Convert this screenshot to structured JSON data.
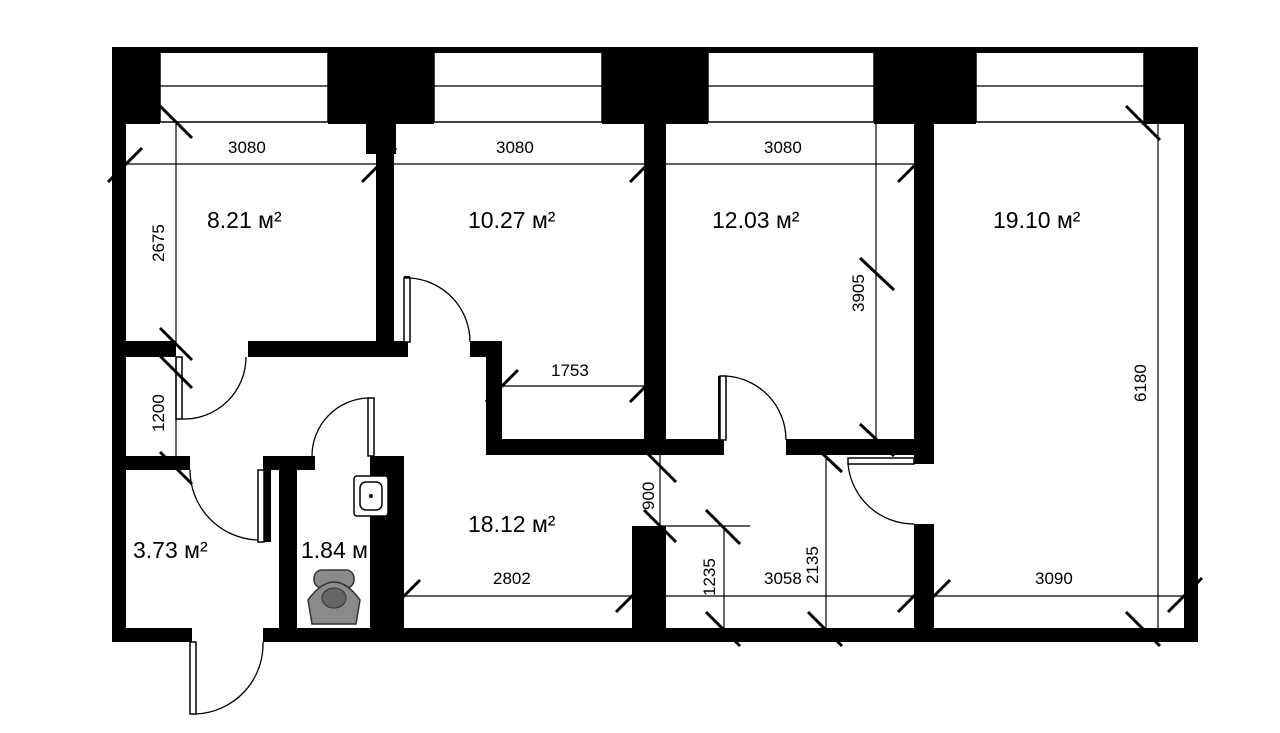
{
  "plan": {
    "rooms": [
      {
        "id": "room-bedroom-small",
        "area": "8.21 м²"
      },
      {
        "id": "room-bedroom-middle",
        "area": "10.27 м²"
      },
      {
        "id": "room-bedroom-right",
        "area": "12.03 м²"
      },
      {
        "id": "room-living",
        "area": "19.10 м²"
      },
      {
        "id": "room-hall",
        "area": "18.12 м²"
      },
      {
        "id": "room-storage",
        "area": "3.73 м²"
      },
      {
        "id": "room-wc",
        "area": "1.84 м"
      }
    ],
    "dimensions": {
      "top_1": "3080",
      "top_2": "3080",
      "top_3": "3080",
      "left_height": "2675",
      "left_small": "1200",
      "corridor": "1753",
      "right_room_height": "3905",
      "living_height": "6180",
      "passage": "900",
      "hall_width": "2802",
      "lobby_small": "1235",
      "lobby_width": "3058",
      "lobby_height": "2135",
      "living_bottom": "3090"
    }
  }
}
